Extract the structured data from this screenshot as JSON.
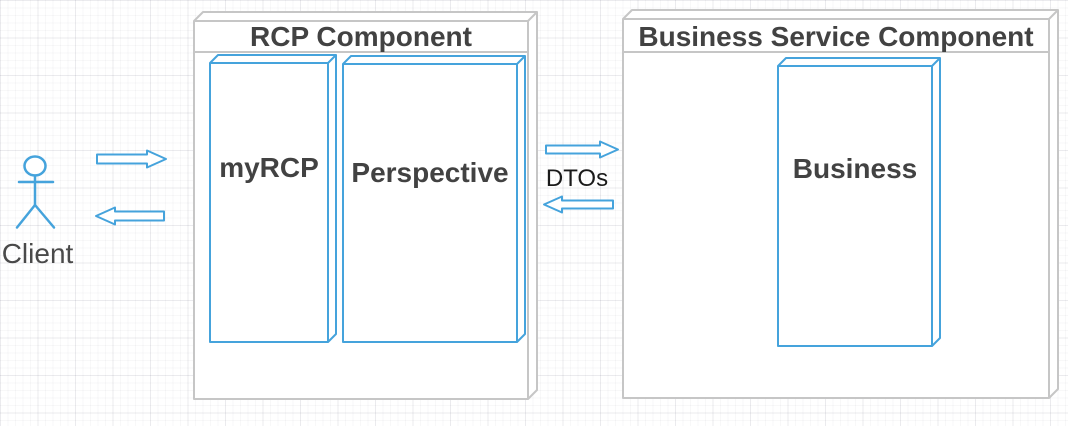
{
  "diagram": {
    "actor": {
      "label": "Client"
    },
    "rcp": {
      "title": "RCP Component",
      "myrcp_label": "myRCP",
      "perspective_label": "Perspective"
    },
    "business": {
      "title": "Business Service Component",
      "business_label": "Business"
    },
    "flows": {
      "dtos_label": "DTOs"
    },
    "colors": {
      "shape_blue": "#45a3dc",
      "frame_gray": "#c6c6c6",
      "label_dark": "#424242",
      "dtos_text": "#1a1a1a",
      "canvas_grid": "#eeeeee"
    }
  }
}
